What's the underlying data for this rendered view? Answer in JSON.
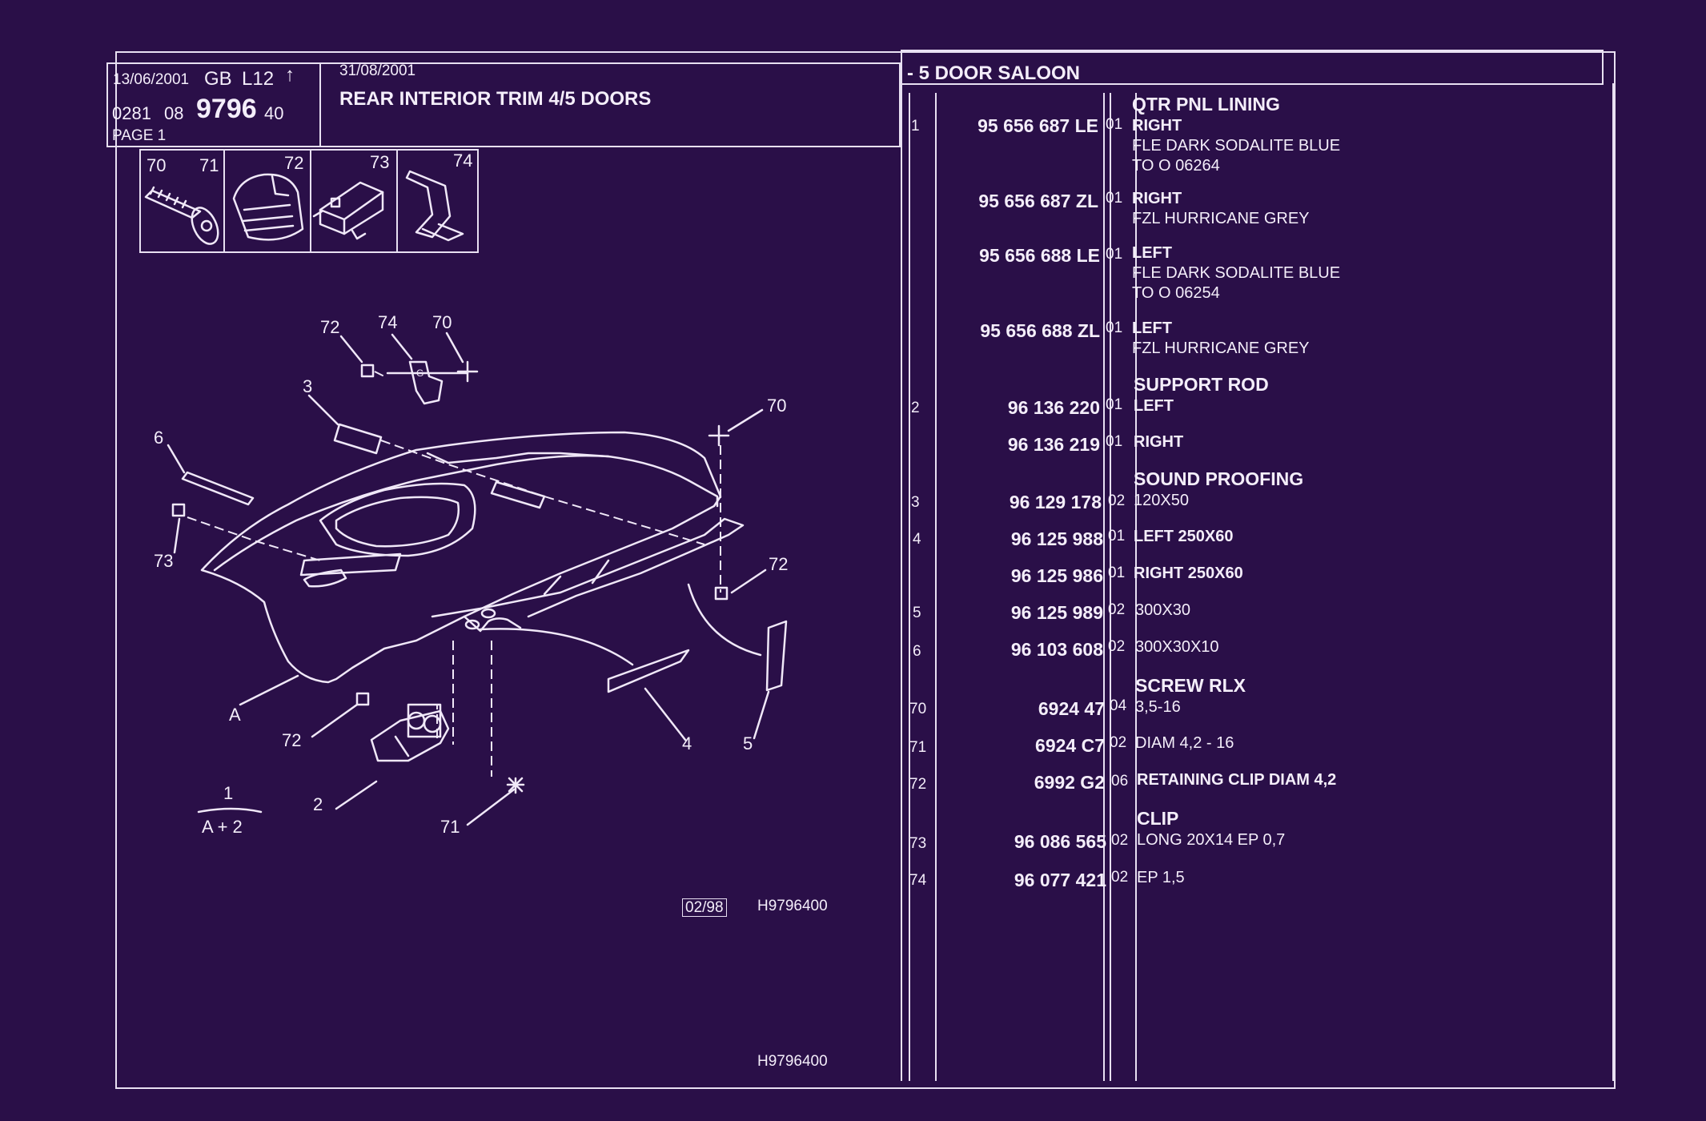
{
  "header": {
    "date1": "13/06/2001",
    "lang": "GB",
    "model": "L12",
    "code_a": "0281",
    "code_b": "08",
    "group_num": "9796",
    "code_c": "40",
    "page": "PAGE  1",
    "date2": "31/08/2001",
    "title": "REAR INTERIOR TRIM 4/5 DOORS",
    "variant": "- 5 DOOR SALOON"
  },
  "detail_box": [
    "70",
    "71",
    "72",
    "73",
    "74"
  ],
  "callouts": {
    "c1": "1",
    "c2": "2",
    "c3": "3",
    "c4": "4",
    "c5": "5",
    "c6": "6",
    "c70a": "70",
    "c70b": "70",
    "c71": "71",
    "c72a": "72",
    "c72b": "72",
    "c72c": "72",
    "c73": "73",
    "c74": "74",
    "cA": "A",
    "formula": "A + 2"
  },
  "footer": {
    "stamp": "02/98",
    "ref1": "H9796400",
    "ref2": "H9796400"
  },
  "parts": [
    {
      "idx": "1",
      "pn": "95 656 687 LE",
      "qty": "01",
      "title": "QTR PNL LINING",
      "lines": [
        "RIGHT",
        "FLE DARK SODALITE BLUE",
        "TO  O  06264"
      ]
    },
    {
      "idx": "",
      "pn": "95 656 687 ZL",
      "qty": "01",
      "title": "",
      "lines": [
        "RIGHT",
        "FZL HURRICANE GREY"
      ]
    },
    {
      "idx": "",
      "pn": "95 656 688 LE",
      "qty": "01",
      "title": "",
      "lines": [
        "LEFT",
        "FLE DARK SODALITE BLUE",
        "TO  O  06254"
      ]
    },
    {
      "idx": "",
      "pn": "95 656 688 ZL",
      "qty": "01",
      "title": "",
      "lines": [
        "LEFT",
        "FZL HURRICANE GREY"
      ]
    },
    {
      "idx": "2",
      "pn": "96 136 220",
      "qty": "01",
      "title": "SUPPORT ROD",
      "lines": [
        "LEFT"
      ]
    },
    {
      "idx": "",
      "pn": "96 136 219",
      "qty": "01",
      "title": "",
      "lines": [
        "RIGHT"
      ]
    },
    {
      "idx": "3",
      "pn": "96 129 178",
      "qty": "02",
      "title": "SOUND PROOFING",
      "lines": [
        "120X50"
      ]
    },
    {
      "idx": "4",
      "pn": "96 125 988",
      "qty": "01",
      "title": "",
      "lines": [
        "LEFT  250X60"
      ]
    },
    {
      "idx": "",
      "pn": "96 125 986",
      "qty": "01",
      "title": "",
      "lines": [
        "RIGHT  250X60"
      ]
    },
    {
      "idx": "5",
      "pn": "96 125 989",
      "qty": "02",
      "title": "",
      "lines": [
        "300X30"
      ]
    },
    {
      "idx": "6",
      "pn": "96 103 608",
      "qty": "02",
      "title": "",
      "lines": [
        "300X30X10"
      ]
    },
    {
      "idx": "70",
      "pn": "6924 47",
      "qty": "04",
      "title": "SCREW RLX",
      "lines": [
        "3,5-16"
      ]
    },
    {
      "idx": "71",
      "pn": "6924 C7",
      "qty": "02",
      "title": "",
      "lines": [
        "DIAM 4,2 - 16"
      ]
    },
    {
      "idx": "72",
      "pn": "6992 G2",
      "qty": "06",
      "title": "",
      "lines": [
        "RETAINING CLIP  DIAM 4,2"
      ]
    },
    {
      "idx": "73",
      "pn": "96 086 565",
      "qty": "02",
      "title": "CLIP",
      "lines": [
        "LONG 20X14 EP 0,7"
      ]
    },
    {
      "idx": "74",
      "pn": "96 077 421",
      "qty": "02",
      "title": "",
      "lines": [
        "EP 1,5"
      ]
    }
  ]
}
